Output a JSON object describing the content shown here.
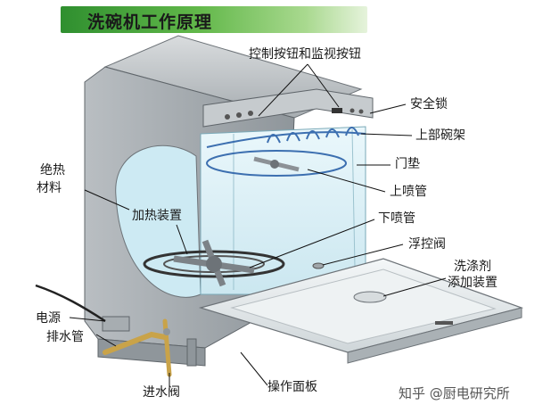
{
  "title": "洗碗机工作原理",
  "labels": {
    "control_buttons": "控制按钮和监视按钮",
    "safety_lock": "安全锁",
    "upper_rack": "上部碗架",
    "door_seal": "门垫",
    "upper_spray_arm": "上喷管",
    "lower_spray_arm": "下喷管",
    "float_valve": "浮控阀",
    "detergent_line1": "洗涤剂",
    "detergent_line2": "添加装置",
    "insulation_line1": "绝热",
    "insulation_line2": "材料",
    "heater": "加热装置",
    "power": "电源",
    "drain_pipe": "排水管",
    "inlet_valve": "进水阀",
    "control_panel": "操作面板"
  },
  "watermark": "知乎 @厨电研究所",
  "colors": {
    "banner_green": "#3e9e3a",
    "metal": "#9da3a8",
    "interior": "#dff1f7",
    "door": "#e9eef0",
    "pipe": "#c9a349"
  }
}
